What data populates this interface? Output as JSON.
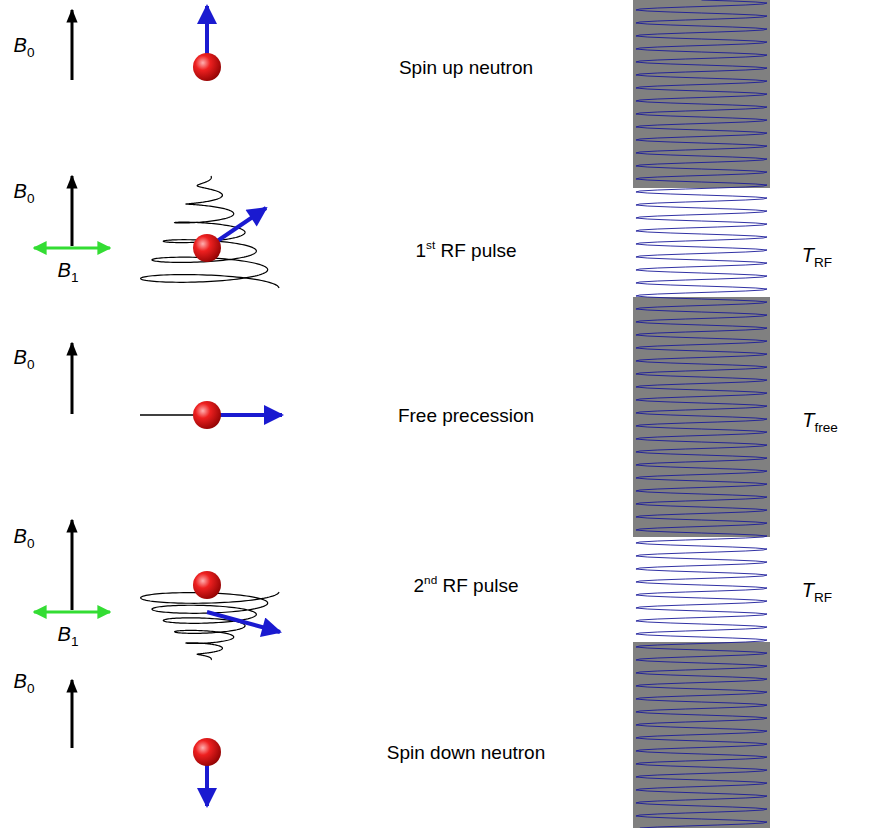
{
  "diagram": {
    "labels": [
      "B0",
      "Spin up neutron",
      "B0",
      "B1",
      "1st RF pulse",
      "TRF",
      "B0",
      "Free precession",
      "Tfree",
      "B0",
      "B1",
      "2nd RF pulse",
      "TRF",
      "B0",
      "Spin down neutron"
    ]
  }
}
